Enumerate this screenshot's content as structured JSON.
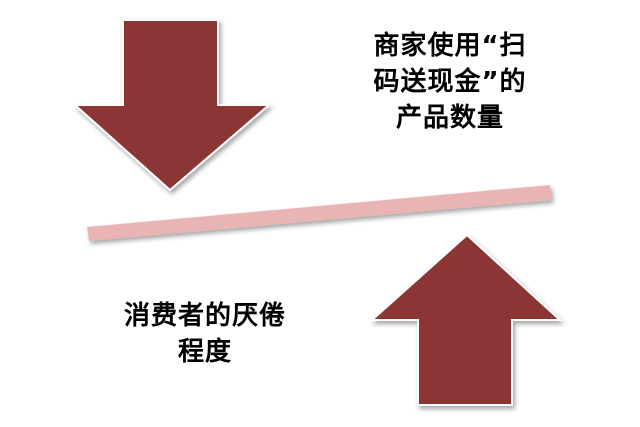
{
  "top_label": {
    "lines": [
      "商家使用“扫",
      "码送现金”的",
      "产品数量"
    ]
  },
  "bottom_label": {
    "lines": [
      "消费者的厌倦",
      "程度"
    ]
  },
  "colors": {
    "arrow_fill": "#8b3434",
    "arrow_stroke": "#ffffff",
    "balance_bar": "#e8b4b4"
  }
}
